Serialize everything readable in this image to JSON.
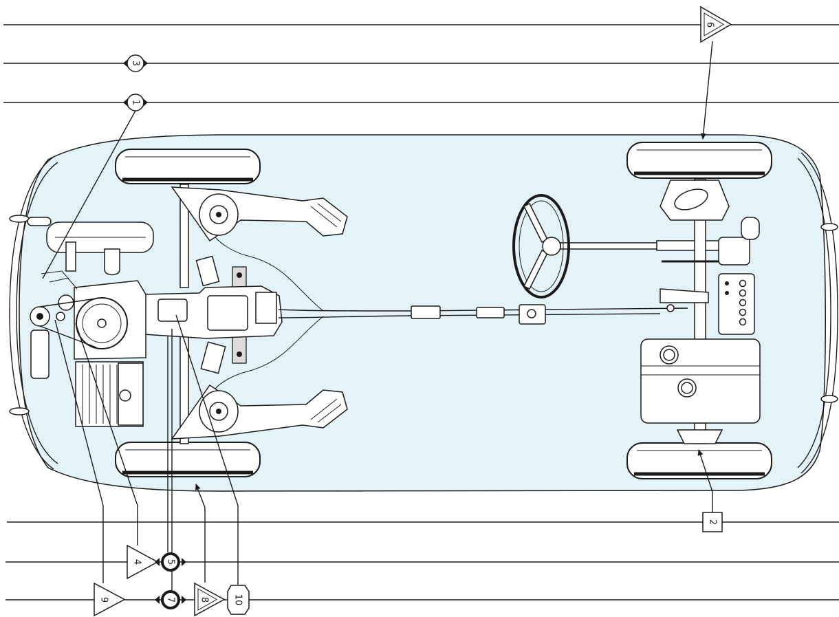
{
  "callouts": [
    {
      "label": "1",
      "shape": "circle-marker"
    },
    {
      "label": "2",
      "shape": "square-marker"
    },
    {
      "label": "3",
      "shape": "circle-marker"
    },
    {
      "label": "4",
      "shape": "triangle-marker"
    },
    {
      "label": "5",
      "shape": "bold-circle-marker"
    },
    {
      "label": "6",
      "shape": "double-triangle-marker"
    },
    {
      "label": "7",
      "shape": "bold-circle-marker"
    },
    {
      "label": "8",
      "shape": "double-triangle-marker"
    },
    {
      "label": "9",
      "shape": "triangle-marker"
    },
    {
      "label": "10",
      "shape": "octagon-marker"
    }
  ],
  "colors": {
    "line": "#1a1a1a",
    "body_fill": "#e3f3f7",
    "background": "#ffffff",
    "frame_head": "#dcdcdc"
  }
}
